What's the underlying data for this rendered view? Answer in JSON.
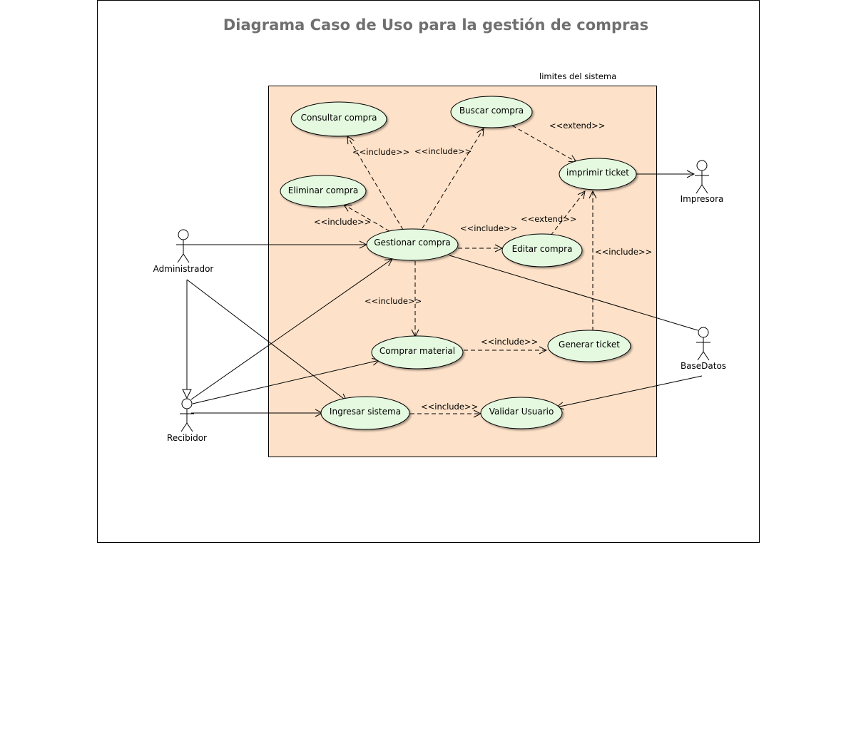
{
  "diagram": {
    "title": "Diagrama Caso de Uso para la gestión de compras",
    "boundary_label": "limites del sistema",
    "colors": {
      "boundary_fill": "#fde1c8",
      "usecase_fill": "#e5f9e0",
      "line": "#000000",
      "title": "#6f6f6f"
    },
    "actors": {
      "admin": "Administrador",
      "recibidor": "Recibidor",
      "impresora": "Impresora",
      "basedatos": "BaseDatos"
    },
    "usecases": {
      "consultar": "Consultar compra",
      "buscar": "Buscar compra",
      "eliminar": "Eliminar compra",
      "imprimir": "imprimir ticket",
      "gestionar": "Gestionar compra",
      "editar": "Editar compra",
      "comprar": "Comprar material",
      "generar": "Generar ticket",
      "ingresar": "Ingresar sistema",
      "validar": "Validar Usuario"
    },
    "relation_labels": {
      "include_consultar": "<<include>>",
      "include_buscar": "<<include>>",
      "extend_buscar": "<<extend>>",
      "include_eliminar": "<<include>>",
      "include_editar": "<<include>>",
      "extend_editar": "<<extend>>",
      "include_imprimir": "<<include>>",
      "include_comprar": "<<include>>",
      "include_generar": "<<include>>",
      "include_validar": "<<include>>"
    }
  }
}
